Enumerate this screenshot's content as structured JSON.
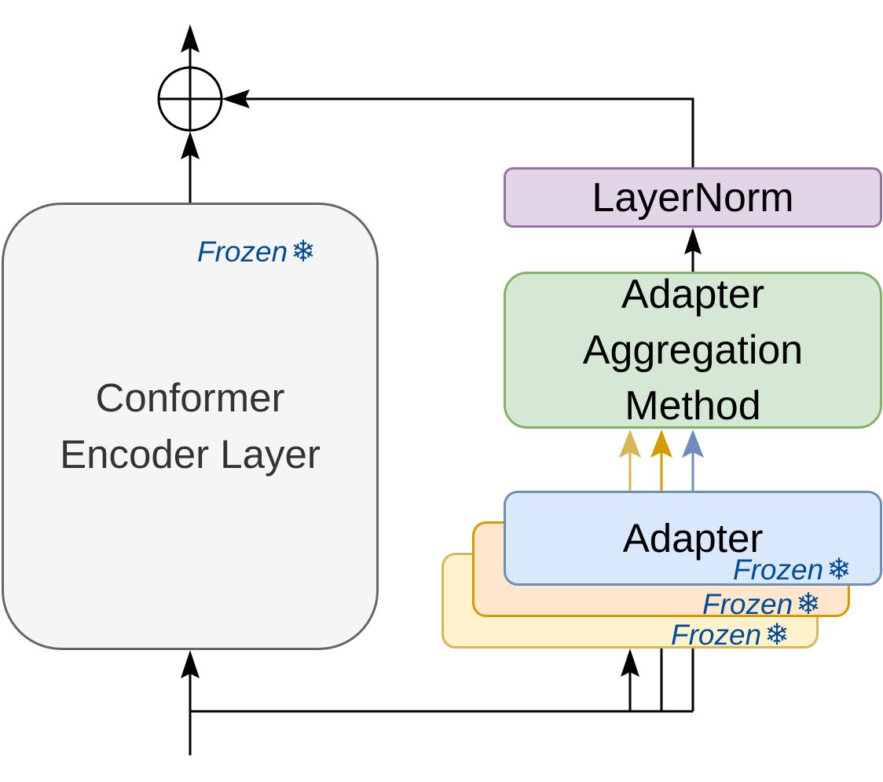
{
  "nodes": {
    "conformer": {
      "line1": "Conformer",
      "line2": "Encoder Layer"
    },
    "layernorm": {
      "label": "LayerNorm"
    },
    "aggregation": {
      "line1": "Adapter",
      "line2": "Aggregation",
      "line3": "Method"
    },
    "adapter": {
      "label": "Adapter"
    }
  },
  "frozen": {
    "label": "Frozen",
    "icon": "snowflake-icon",
    "glyph": "❄"
  },
  "colors": {
    "conformer_fill": "#f5f5f5",
    "conformer_stroke": "#666666",
    "layernorm_fill": "#e1d5e7",
    "layernorm_stroke": "#9673a6",
    "aggregation_fill": "#d5e8d4",
    "aggregation_stroke": "#82b366",
    "adapter_blue_fill": "#dae8fc",
    "adapter_blue_stroke": "#6c8ebf",
    "adapter_orange_fill": "#ffe6cc",
    "adapter_orange_stroke": "#d79b00",
    "adapter_yellow_fill": "#fff2cc",
    "adapter_yellow_stroke": "#d6b656",
    "frozen_text": "#004c99"
  }
}
